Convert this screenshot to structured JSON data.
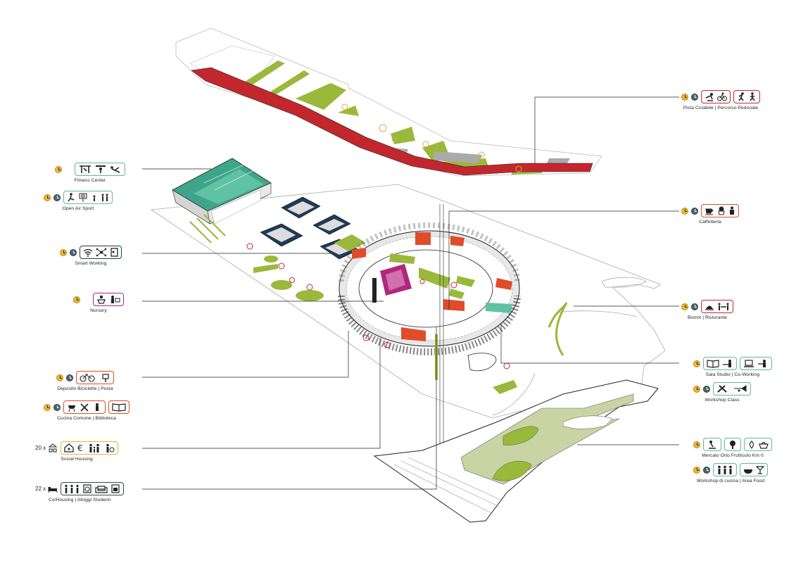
{
  "colors": {
    "red": "#c2272d",
    "green": "#9ab83a",
    "teal": "#5fb8a0",
    "navy": "#1f3b57",
    "orange": "#e04b2a",
    "magenta": "#b0287b",
    "yellow": "#e8b92c",
    "darkgreen": "#2b5446",
    "day_clock": "#f2b733",
    "night_clock": "#4d6670"
  },
  "legends": {
    "pista": {
      "label": "Pista Ciclabile | Percorso Pedonale",
      "day": true,
      "night": true
    },
    "fitness": {
      "label": "Fitness Center",
      "day": true,
      "night": false
    },
    "openair": {
      "label": "Open Air Sport",
      "day": true,
      "night": true
    },
    "caffetteria": {
      "label": "Caffetteria",
      "day": true,
      "night": true
    },
    "smart": {
      "label": "Smart Working",
      "day": true,
      "night": true
    },
    "nursery": {
      "label": "Nursery",
      "day": true,
      "night": false
    },
    "bistrot": {
      "label": "Bistrot | Ristorante",
      "day": true,
      "night": true
    },
    "sala": {
      "label": "Sala Studio | Co-Working",
      "day": true,
      "night": false
    },
    "deposito": {
      "label": "Deposito Biciclette | Posta",
      "day": true,
      "night": true
    },
    "workshop": {
      "label": "Workshop Class",
      "day": true,
      "night": true
    },
    "cucina": {
      "label": "Cucina Comune  | Biblioteca",
      "day": true,
      "night": true
    },
    "social": {
      "label": "Social Housing",
      "count": "20 x"
    },
    "mercato": {
      "label": "Mercato Orto Frutticolo Km 0",
      "day": true,
      "night": false
    },
    "workshop_cucina": {
      "label": "Workshop di cucina | Area Food",
      "day": true,
      "night": true
    },
    "cohousing": {
      "label": "Co/Housing |  Alloggi Studenti",
      "count": "22 x"
    }
  },
  "icons": [
    "cyclist-icon",
    "runner-icon",
    "weightlifter-icon",
    "stretch-icon",
    "basketball-icon",
    "coffee-icon",
    "wifi-icon",
    "network-icon",
    "baby-icon",
    "dining-icon",
    "bike-icon",
    "mailbox-icon",
    "grill-icon",
    "book-icon",
    "house-icon",
    "euro-icon",
    "family-icon",
    "laptop-icon",
    "trumpet-icon",
    "vegetable-icon",
    "cocktail-icon",
    "bed-icon",
    "sofa-icon"
  ]
}
